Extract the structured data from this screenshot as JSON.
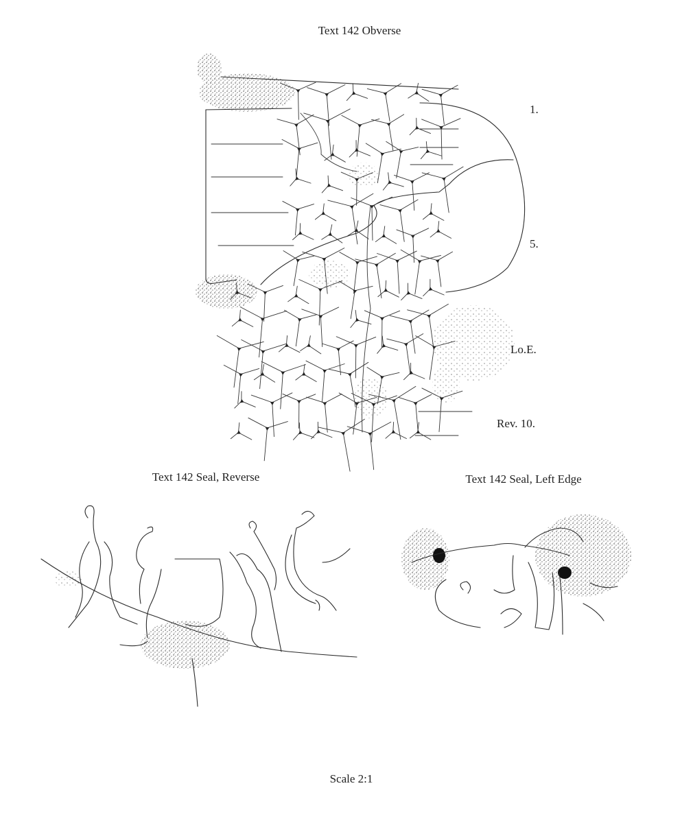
{
  "plate": {
    "obverse_title": "Text 142 Obverse",
    "line_markers": [
      "1.",
      "5.",
      "Lo.E.",
      "Rev. 10."
    ],
    "seal_reverse_title": "Text 142 Seal, Reverse",
    "seal_left_edge_title": "Text 142 Seal, Left Edge",
    "scale": "Scale 2:1"
  },
  "colors": {
    "ink": "#2a2a2a",
    "paper": "#ffffff"
  }
}
